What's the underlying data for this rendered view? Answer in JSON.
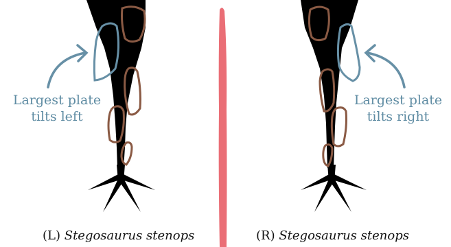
{
  "panels": {
    "left": {
      "annotation": {
        "line1": "Largest plate",
        "line2": "tilts left"
      },
      "caption": {
        "prefix": "(L)",
        "species": "Stegosaurus stenops"
      }
    },
    "right": {
      "annotation": {
        "line1": "Largest plate",
        "line2": "tilts right"
      },
      "caption": {
        "prefix": "(R)",
        "species": "Stegosaurus stenops"
      }
    }
  },
  "colors": {
    "silhouette": "#000000",
    "plate_outline": "#8a5a44",
    "largest_plate_outline": "#6790a6",
    "arrow": "#6790a6",
    "divider": "#e8626a"
  }
}
